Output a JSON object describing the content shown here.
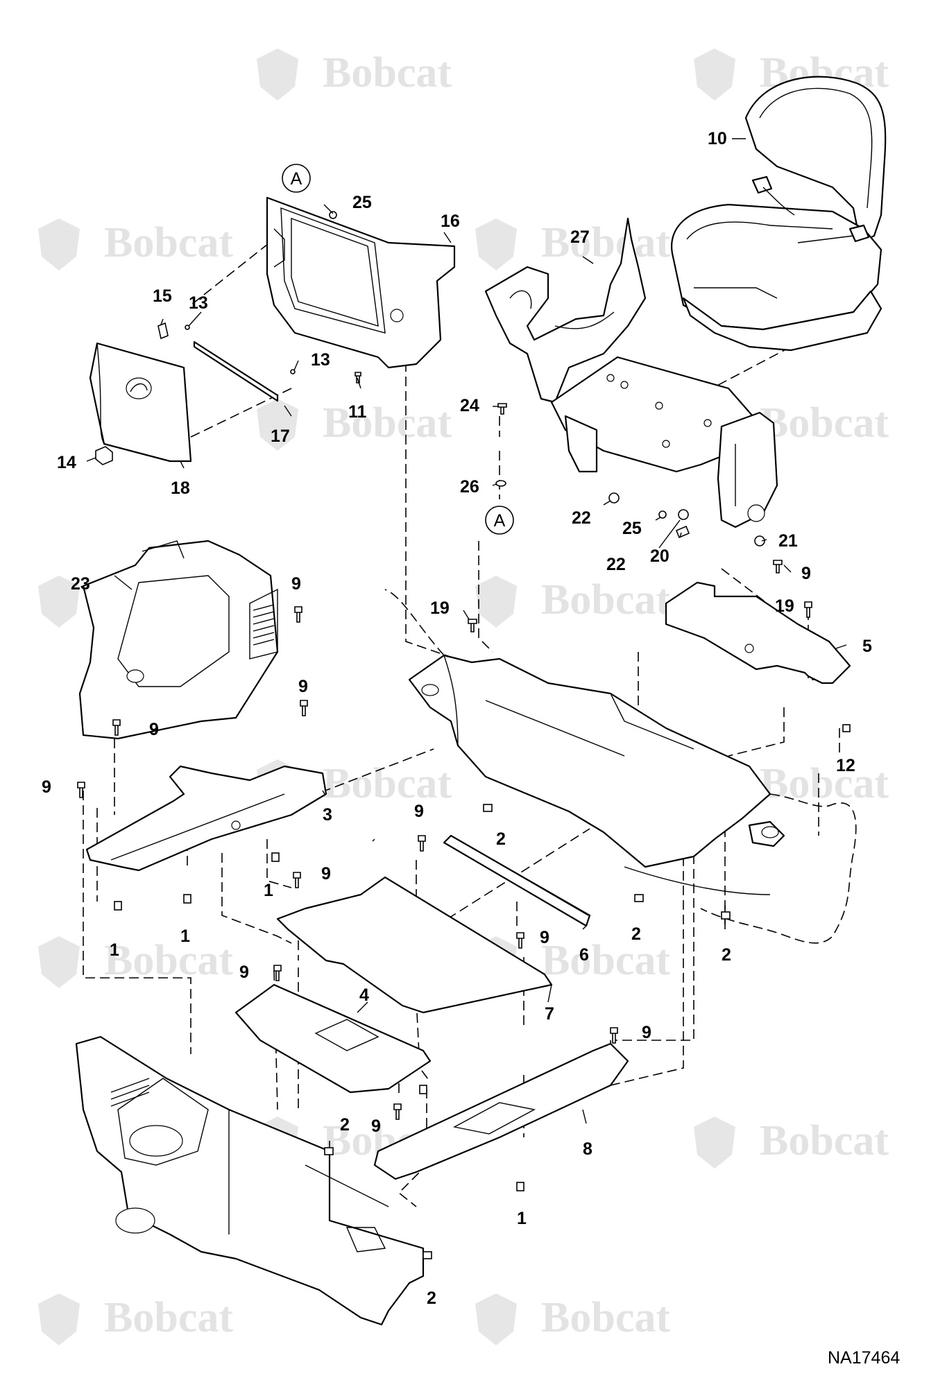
{
  "watermark": {
    "brand": "Bobcat",
    "color": "#e3e3e3"
  },
  "drawing_code": "NA17464",
  "ref_marker": "A",
  "callouts": [
    "1",
    "2",
    "3",
    "4",
    "5",
    "6",
    "7",
    "8",
    "9",
    "10",
    "11",
    "12",
    "13",
    "14",
    "15",
    "16",
    "17",
    "18",
    "19",
    "20",
    "21",
    "22",
    "23",
    "24",
    "25",
    "26",
    "27"
  ],
  "colors": {
    "line": "#000000",
    "background": "#ffffff"
  }
}
